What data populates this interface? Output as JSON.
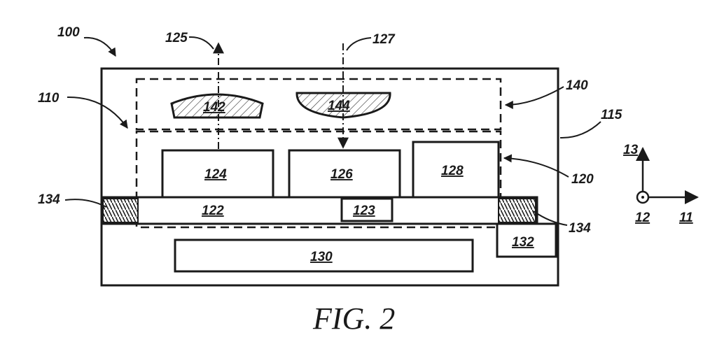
{
  "figure": {
    "caption": "FIG. 2",
    "labels": {
      "l100": "100",
      "l110": "110",
      "l115": "115",
      "l120": "120",
      "l122": "122",
      "l123": "123",
      "l124": "124",
      "l125": "125",
      "l126": "126",
      "l127": "127",
      "l128": "128",
      "l130": "130",
      "l132": "132",
      "l134_left": "134",
      "l134_right": "134",
      "l140": "140",
      "l142": "142",
      "l144": "144"
    },
    "axes": {
      "x_label": "11",
      "origin_label": "12",
      "y_label": "13"
    }
  }
}
